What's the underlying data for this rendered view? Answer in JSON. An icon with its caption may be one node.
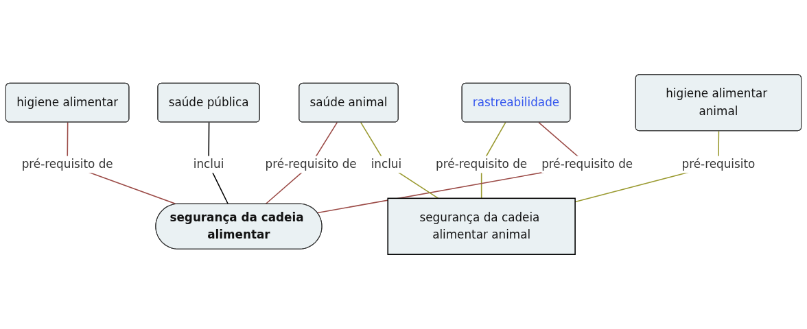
{
  "diagram": {
    "nodes": [
      {
        "text": [
          "saúde pública"
        ]
      },
      {
        "text": [
          "saúde animal"
        ]
      },
      {
        "text": [
          "higiene alimentar"
        ]
      },
      {
        "text": [
          "rastreabilidade"
        ]
      },
      {
        "text": [
          "higiene alimentar animal"
        ]
      },
      {
        "text": [
          "segurança da cadeia alimentar animal"
        ]
      },
      {
        "text": [
          "segurança da cadeia alimentar"
        ]
      }
    ],
    "edges": [
      {
        "from": 1,
        "to": 6,
        "arrow": "none",
        "label": "pré-requisito de",
        "color": "#9b4a46"
      },
      {
        "from": 2,
        "to": 6,
        "arrow": "none",
        "label": "pré-requisito de",
        "color": "#9b4a46"
      },
      {
        "from": 0,
        "to": 6,
        "arrow": "none",
        "label": "inclui",
        "color": "#000000"
      },
      {
        "from": 3,
        "to": 5,
        "arrow": "none",
        "label": "pré-requisito de",
        "color": "#9a9a30"
      },
      {
        "from": 3,
        "to": 6,
        "arrow": "none",
        "label": "pré-requisito de",
        "color": "#9b4a46"
      },
      {
        "from": 1,
        "to": 5,
        "arrow": "none",
        "label": "inclui",
        "color": "#9a9a30"
      },
      {
        "from": 4,
        "to": 5,
        "arrow": "none",
        "label": "pré-requisito",
        "color": "#9a9a30"
      }
    ]
  }
}
